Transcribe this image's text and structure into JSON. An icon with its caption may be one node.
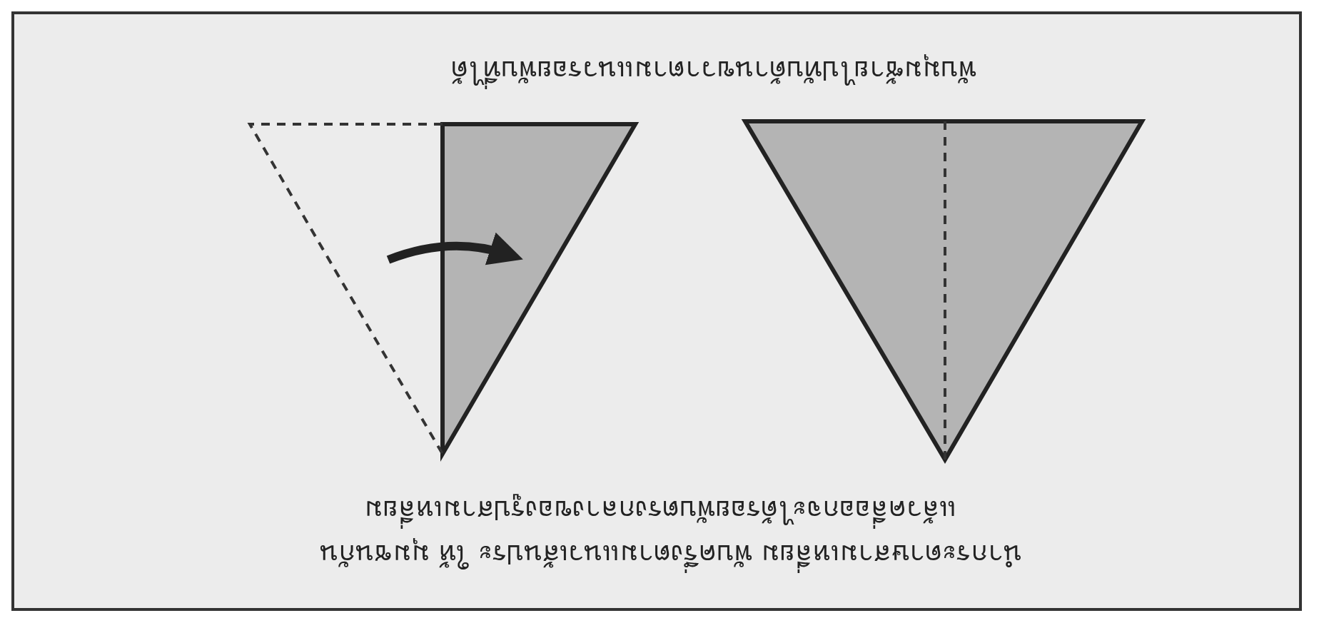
{
  "diagram": {
    "labels": [
      "นำกระดาษสามเหลี่ยม พับครึ่งตามแนวเส้นประ ให้ มุมชนกัน",
      "แล้วคลี่ออกจะได้รอยพับตรงกลางของรูปสามเหลี่ยม",
      "พับมุมซ้ายไปทับด้านขวาตามแนวรอยพับที่ได้"
    ]
  }
}
